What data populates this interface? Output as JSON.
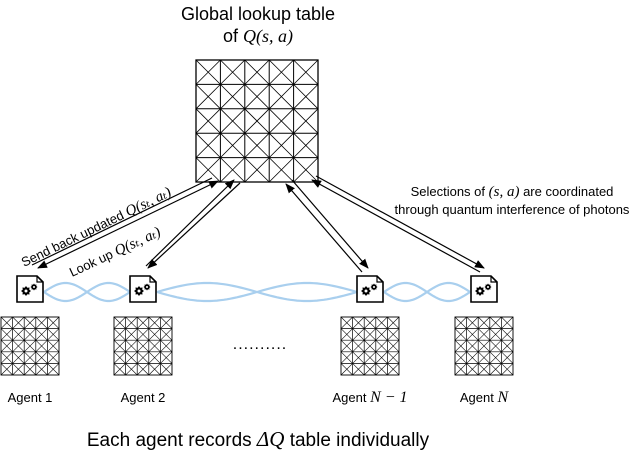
{
  "global_table": {
    "title_line1": "Global lookup table",
    "title_prefix": "of ",
    "title_math": "Q(s, a)",
    "grid_size": 5
  },
  "arrows": {
    "send_back_label": "Send back updated ",
    "send_back_math": "Q(sₜ, aₜ)",
    "look_up_label": "Look up ",
    "look_up_math": "Q(sₜ, aₜ)",
    "coordination_line1_pre": "Selections of ",
    "coordination_line1_math": "(s, a)",
    "coordination_line1_post": " are coordinated",
    "coordination_line2": "through quantum interference of photons"
  },
  "agents": [
    {
      "label": "Agent 1",
      "math": ""
    },
    {
      "label": "Agent 2",
      "math": ""
    },
    {
      "label": "Agent ",
      "math": "N − 1"
    },
    {
      "label": "Agent ",
      "math": "N"
    }
  ],
  "ellipsis": "..........",
  "footer": {
    "prefix": "Each agent records ",
    "math": "ΔQ",
    "suffix": " table individually"
  },
  "colors": {
    "photon": "#a9cfee",
    "ink": "#000000"
  },
  "icons": [
    "gear-document-icon"
  ]
}
